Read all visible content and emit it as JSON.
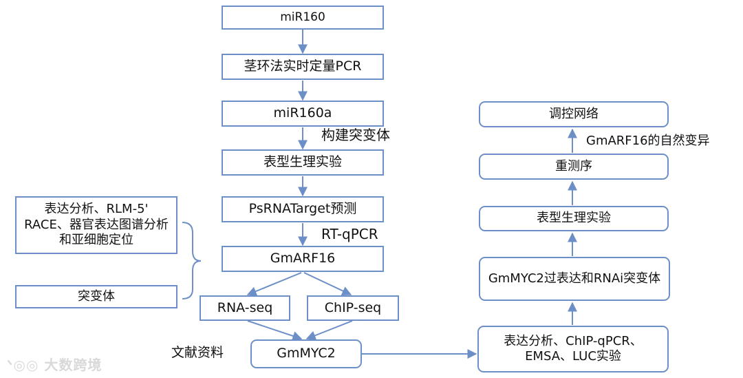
{
  "left_flow": {
    "mir160": "miR160",
    "stemloop_pcr": "茎环法实时定量PCR",
    "mir160a": "miR160a",
    "construct_mutant": "构建突变体",
    "phenotype": "表型生理实验",
    "psrnatarget": "PsRNATarget预测",
    "rt_qpcr": "RT-qPCR",
    "gmarf16": "GmARF16",
    "rna_seq": "RNA-seq",
    "chip_seq": "ChIP-seq",
    "literature": "文献资料",
    "gmmyc2": "GmMYC2"
  },
  "side_boxes": {
    "expression_analysis": "表达分析、RLM-5' RACE、器官表达图谱分析和亚细胞定位",
    "mutant": "突变体"
  },
  "right_flow": {
    "validation": "表达分析、ChIP-qPCR、EMSA、LUC实验",
    "overexpression_rnai": "GmMYC2过表达和RNAi突变体",
    "phenotype": "表型生理实验",
    "resequencing": "重测序",
    "natural_variation": "GmARF16的自然变异",
    "regulatory_network": "调控网络"
  },
  "watermark": "大数跨境",
  "colors": {
    "stroke": "#6d8fc7",
    "text": "#111111"
  }
}
